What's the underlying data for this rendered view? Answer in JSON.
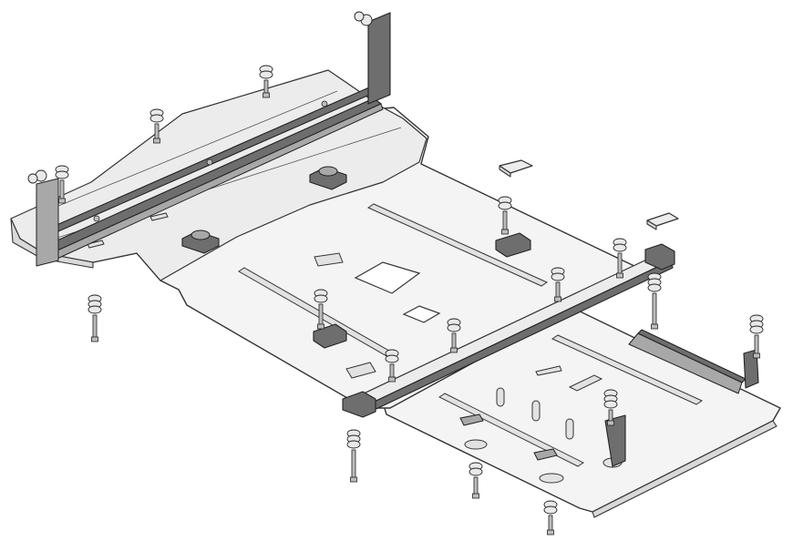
{
  "diagram": {
    "parts": [
      {
        "name": "front-skid-plate",
        "kind": "plate"
      },
      {
        "name": "main-engine-skid-plate",
        "kind": "plate"
      },
      {
        "name": "rear-transmission-skid-plate",
        "kind": "plate"
      },
      {
        "name": "front-mounting-rail",
        "kind": "bracket"
      },
      {
        "name": "cross-member-bar",
        "kind": "bracket"
      },
      {
        "name": "rear-side-bracket",
        "kind": "bracket"
      },
      {
        "name": "fastener-bolt",
        "kind": "hardware"
      },
      {
        "name": "spacer-block",
        "kind": "hardware"
      }
    ],
    "colors": {
      "plate_fill": "#f4f4f4",
      "outline": "#333333",
      "bracket_fill": "#6e6e6e",
      "background": "#ffffff"
    }
  }
}
